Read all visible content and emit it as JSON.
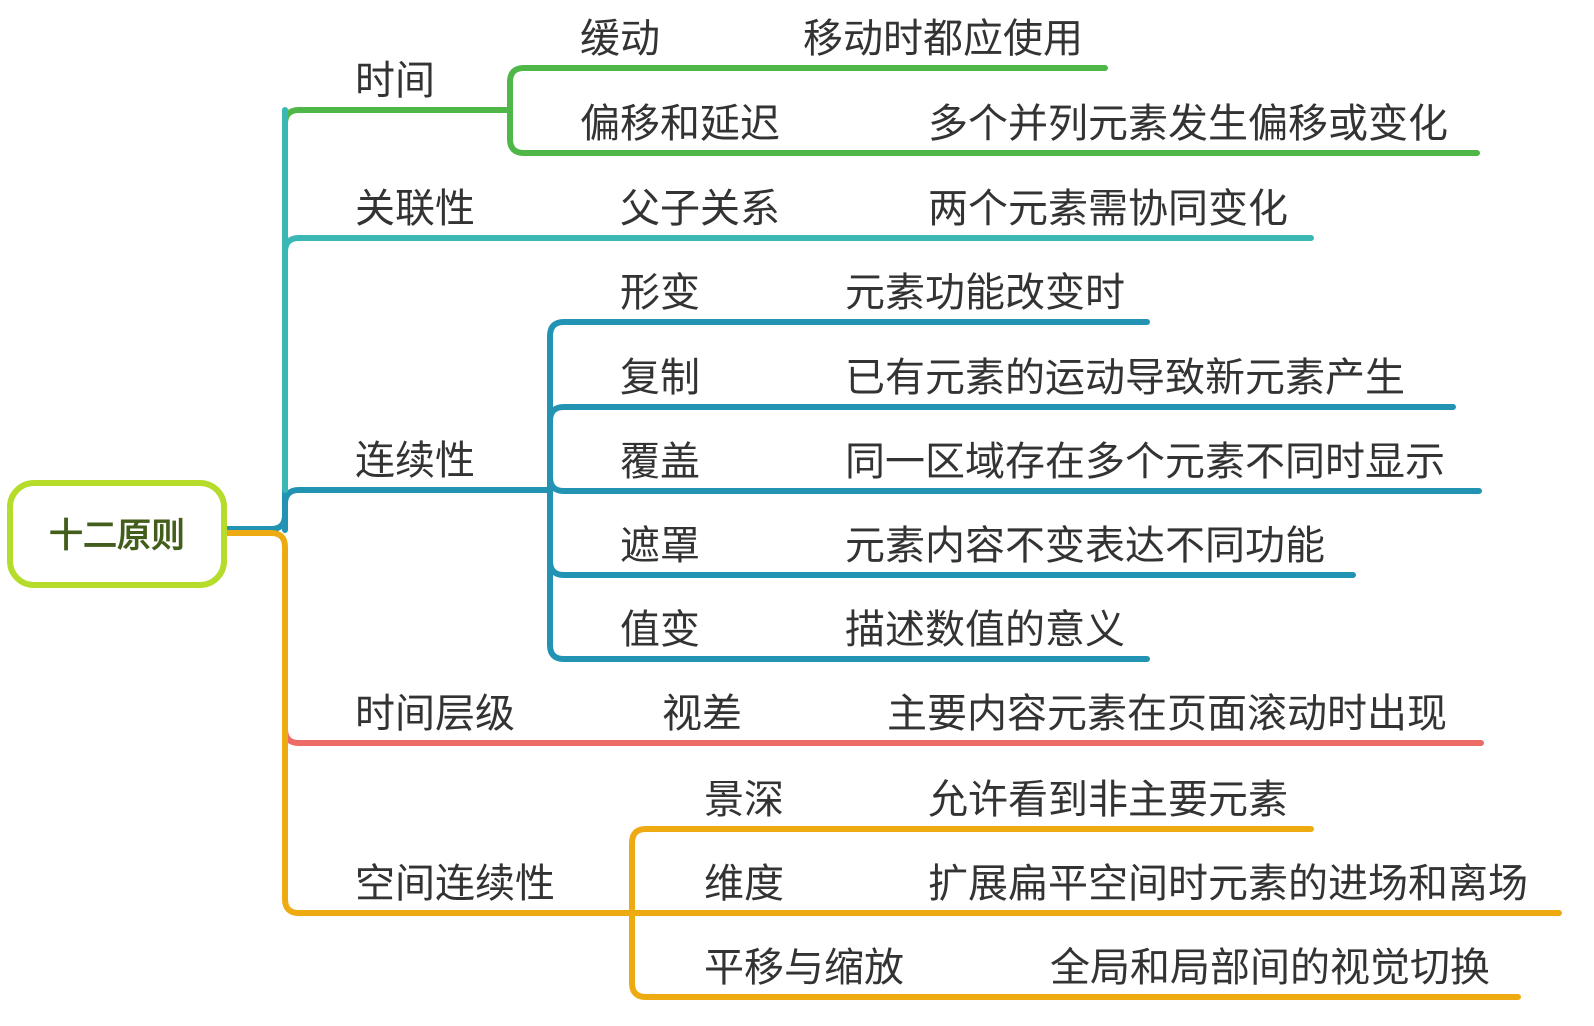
{
  "root": {
    "label": "十二原则",
    "border_color": "#b5dc2a"
  },
  "colors": {
    "time": "#4fb748",
    "relation": "#3bb8b6",
    "continuity": "#2293b3",
    "hierarchy": "#ec6b67",
    "spatial": "#eeab11"
  },
  "branches": [
    {
      "label": "时间",
      "color_key": "time",
      "children": [
        {
          "label": "缓动",
          "desc": "移动时都应使用"
        },
        {
          "label": "偏移和延迟",
          "desc": "多个并列元素发生偏移或变化"
        }
      ]
    },
    {
      "label": "关联性",
      "color_key": "relation",
      "children": [
        {
          "label": "父子关系",
          "desc": "两个元素需协同变化"
        }
      ]
    },
    {
      "label": "连续性",
      "color_key": "continuity",
      "children": [
        {
          "label": "形变",
          "desc": "元素功能改变时"
        },
        {
          "label": "复制",
          "desc": "已有元素的运动导致新元素产生"
        },
        {
          "label": "覆盖",
          "desc": "同一区域存在多个元素不同时显示"
        },
        {
          "label": "遮罩",
          "desc": "元素内容不变表达不同功能"
        },
        {
          "label": "值变",
          "desc": "描述数值的意义"
        }
      ]
    },
    {
      "label": "时间层级",
      "color_key": "hierarchy",
      "children": [
        {
          "label": "视差",
          "desc": "主要内容元素在页面滚动时出现"
        }
      ]
    },
    {
      "label": "空间连续性",
      "color_key": "spatial",
      "children": [
        {
          "label": "景深",
          "desc": "允许看到非主要元素"
        },
        {
          "label": "维度",
          "desc": "扩展扁平空间时元素的进场和离场"
        },
        {
          "label": "平移与缩放",
          "desc": "全局和局部间的视觉切换"
        }
      ]
    }
  ]
}
